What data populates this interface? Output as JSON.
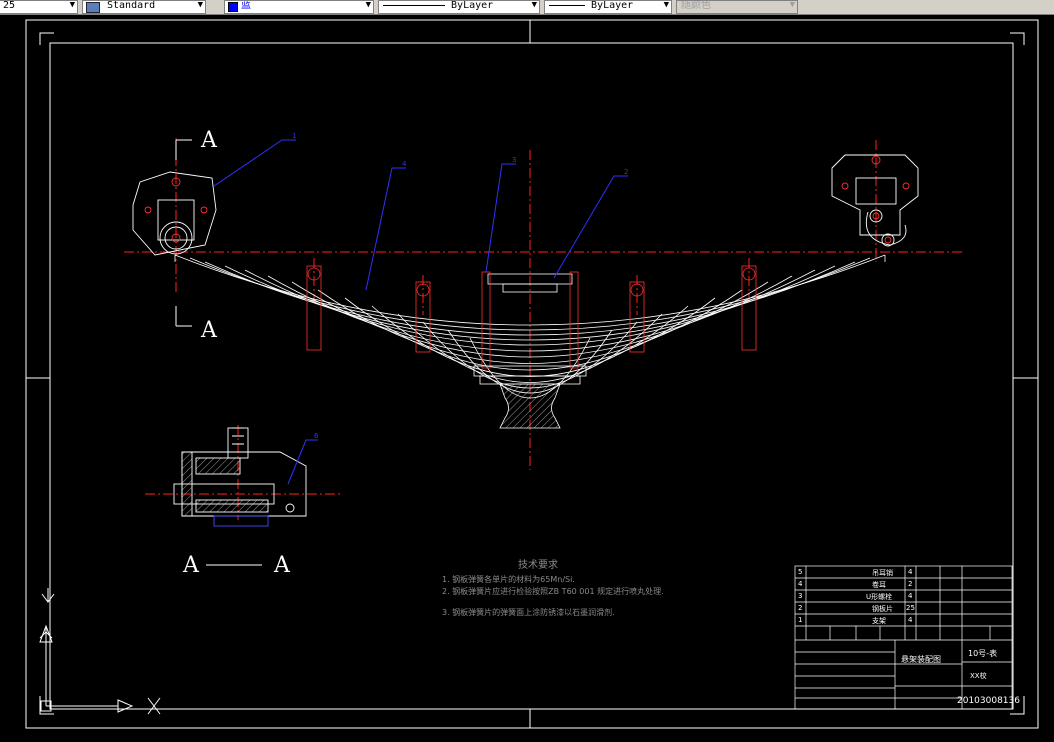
{
  "toolbar": {
    "scale_value": "25",
    "text_style": "Standard",
    "color": {
      "label": "蓝",
      "hex": "#0000ff"
    },
    "linetype": "ByLayer",
    "lineweight": "ByLayer",
    "plot_style": "随颜色"
  },
  "drawing": {
    "section_cut_top": "A",
    "section_cut_bottom": "A",
    "section_view_left": "A",
    "section_view_right": "A",
    "balloons": [
      "1",
      "4",
      "3",
      "2",
      "6"
    ],
    "tech_requirements": {
      "title": "技术要求",
      "items": [
        "1. 钢板弹簧各单片的材料为65Mn/Si.",
        "2. 钢板弹簧片应进行检验按照ZB  T60  001  规定进行喷丸处理.",
        "3. 钢板弹簧片的弹簧面上涂防锈漆以石墨润滑剂."
      ]
    }
  },
  "title_block": {
    "parts": [
      {
        "no": "5",
        "name": "吊耳销",
        "qty": "4"
      },
      {
        "no": "4",
        "name": "卷耳",
        "qty": "2"
      },
      {
        "no": "3",
        "name": "U形螺栓",
        "qty": "4"
      },
      {
        "no": "2",
        "name": "钢板片",
        "qty": "25"
      },
      {
        "no": "1",
        "name": "支架",
        "qty": "4"
      }
    ],
    "drawing_name": "悬架装配图",
    "drawing_no": "10号-表",
    "school": "XX校",
    "student_no": "20103008136"
  }
}
